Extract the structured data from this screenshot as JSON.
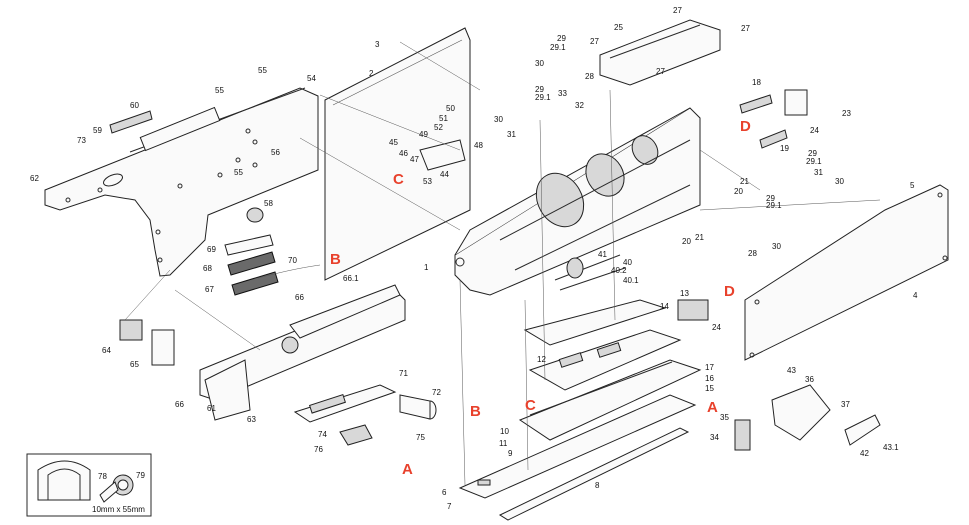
{
  "callouts": [
    {
      "id": "c1",
      "label": "1"
    },
    {
      "id": "c2",
      "label": "2"
    },
    {
      "id": "c3",
      "label": "3"
    },
    {
      "id": "c4",
      "label": "4"
    },
    {
      "id": "c5",
      "label": "5"
    },
    {
      "id": "c6",
      "label": "6"
    },
    {
      "id": "c7",
      "label": "7"
    },
    {
      "id": "c8",
      "label": "8"
    },
    {
      "id": "c9",
      "label": "9"
    },
    {
      "id": "c10",
      "label": "10"
    },
    {
      "id": "c11",
      "label": "11"
    },
    {
      "id": "c12",
      "label": "12"
    },
    {
      "id": "c13",
      "label": "13"
    },
    {
      "id": "c14",
      "label": "14"
    },
    {
      "id": "c15",
      "label": "15"
    },
    {
      "id": "c16",
      "label": "16"
    },
    {
      "id": "c17",
      "label": "17"
    },
    {
      "id": "c18",
      "label": "18"
    },
    {
      "id": "c19",
      "label": "19"
    },
    {
      "id": "c20a",
      "label": "20"
    },
    {
      "id": "c20b",
      "label": "20"
    },
    {
      "id": "c21a",
      "label": "21"
    },
    {
      "id": "c21b",
      "label": "21"
    },
    {
      "id": "c23",
      "label": "23"
    },
    {
      "id": "c24a",
      "label": "24"
    },
    {
      "id": "c24b",
      "label": "24"
    },
    {
      "id": "c25",
      "label": "25"
    },
    {
      "id": "c27a",
      "label": "27"
    },
    {
      "id": "c27b",
      "label": "27"
    },
    {
      "id": "c27c",
      "label": "27"
    },
    {
      "id": "c27d",
      "label": "27"
    },
    {
      "id": "c28a",
      "label": "28"
    },
    {
      "id": "c28b",
      "label": "28"
    },
    {
      "id": "c29a",
      "label": "29"
    },
    {
      "id": "c291a",
      "label": "29.1"
    },
    {
      "id": "c29b",
      "label": "29"
    },
    {
      "id": "c291b",
      "label": "29.1"
    },
    {
      "id": "c29c",
      "label": "29"
    },
    {
      "id": "c291c",
      "label": "29.1"
    },
    {
      "id": "c29d",
      "label": "29"
    },
    {
      "id": "c291d",
      "label": "29.1"
    },
    {
      "id": "c30a",
      "label": "30"
    },
    {
      "id": "c30b",
      "label": "30"
    },
    {
      "id": "c30c",
      "label": "30"
    },
    {
      "id": "c30d",
      "label": "30"
    },
    {
      "id": "c31a",
      "label": "31"
    },
    {
      "id": "c31b",
      "label": "31"
    },
    {
      "id": "c32",
      "label": "32"
    },
    {
      "id": "c33",
      "label": "33"
    },
    {
      "id": "c34",
      "label": "34"
    },
    {
      "id": "c35",
      "label": "35"
    },
    {
      "id": "c36",
      "label": "36"
    },
    {
      "id": "c37",
      "label": "37"
    },
    {
      "id": "c40",
      "label": "40"
    },
    {
      "id": "c401",
      "label": "40.1"
    },
    {
      "id": "c402",
      "label": "40.2"
    },
    {
      "id": "c41",
      "label": "41"
    },
    {
      "id": "c42",
      "label": "42"
    },
    {
      "id": "c43",
      "label": "43"
    },
    {
      "id": "c431",
      "label": "43.1"
    },
    {
      "id": "c44",
      "label": "44"
    },
    {
      "id": "c45",
      "label": "45"
    },
    {
      "id": "c46",
      "label": "46"
    },
    {
      "id": "c47",
      "label": "47"
    },
    {
      "id": "c48",
      "label": "48"
    },
    {
      "id": "c49",
      "label": "49"
    },
    {
      "id": "c50",
      "label": "50"
    },
    {
      "id": "c51",
      "label": "51"
    },
    {
      "id": "c52",
      "label": "52"
    },
    {
      "id": "c53",
      "label": "53"
    },
    {
      "id": "c54",
      "label": "54"
    },
    {
      "id": "c55a",
      "label": "55"
    },
    {
      "id": "c55b",
      "label": "55"
    },
    {
      "id": "c55c",
      "label": "55"
    },
    {
      "id": "c56",
      "label": "56"
    },
    {
      "id": "c58",
      "label": "58"
    },
    {
      "id": "c59",
      "label": "59"
    },
    {
      "id": "c60",
      "label": "60"
    },
    {
      "id": "c61",
      "label": "61"
    },
    {
      "id": "c62",
      "label": "62"
    },
    {
      "id": "c63",
      "label": "63"
    },
    {
      "id": "c64",
      "label": "64"
    },
    {
      "id": "c65",
      "label": "65"
    },
    {
      "id": "c66a",
      "label": "66"
    },
    {
      "id": "c66b",
      "label": "66"
    },
    {
      "id": "c661",
      "label": "66.1"
    },
    {
      "id": "c67",
      "label": "67"
    },
    {
      "id": "c68",
      "label": "68"
    },
    {
      "id": "c69",
      "label": "69"
    },
    {
      "id": "c70",
      "label": "70"
    },
    {
      "id": "c71",
      "label": "71"
    },
    {
      "id": "c72",
      "label": "72"
    },
    {
      "id": "c73",
      "label": "73"
    },
    {
      "id": "c74",
      "label": "74"
    },
    {
      "id": "c75",
      "label": "75"
    },
    {
      "id": "c76",
      "label": "76"
    },
    {
      "id": "c78",
      "label": "78"
    },
    {
      "id": "c79",
      "label": "79"
    }
  ],
  "connectors": [
    {
      "id": "A1",
      "label": "A"
    },
    {
      "id": "A2",
      "label": "A"
    },
    {
      "id": "B1",
      "label": "B"
    },
    {
      "id": "B2",
      "label": "B"
    },
    {
      "id": "C1",
      "label": "C"
    },
    {
      "id": "C2",
      "label": "C"
    },
    {
      "id": "D1",
      "label": "D"
    },
    {
      "id": "D2",
      "label": "D"
    }
  ],
  "inset": {
    "caption": "10mm x 55mm",
    "colors": {
      "accent": "#e8412c",
      "line": "#222222"
    }
  }
}
